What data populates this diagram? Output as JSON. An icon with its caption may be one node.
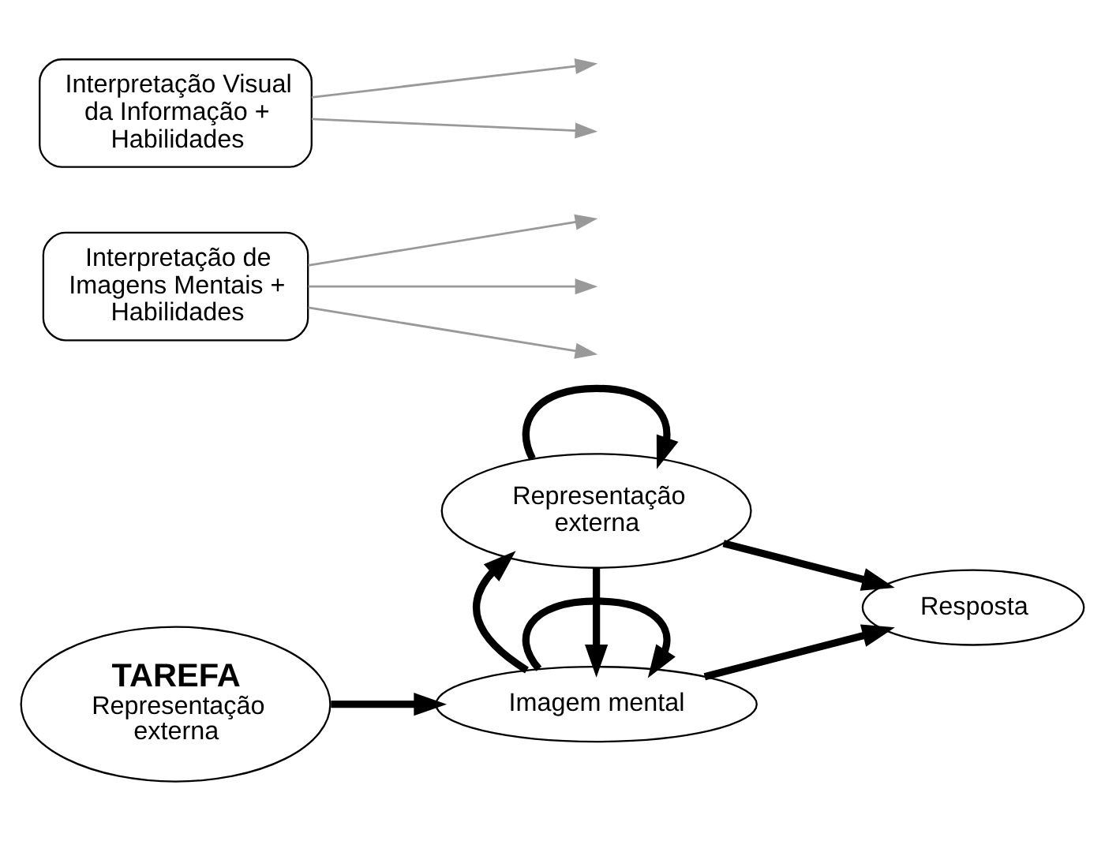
{
  "diagram": {
    "nodes": [
      {
        "text": [
          "TAREFA",
          "Representação externa"
        ]
      },
      {
        "text": [
          "Imagem mental"
        ]
      },
      {
        "text": [
          "Interpretação de Imagens Mentais + Habilidades"
        ]
      },
      {
        "text": [
          "Resposta"
        ]
      },
      {
        "text": [
          "Interpretação Visual da Informação + Habilidades"
        ]
      },
      {
        "text": [
          "Representação externa"
        ]
      }
    ],
    "edges": [
      {
        "from": 0,
        "to": 1,
        "arrow": "to"
      },
      {
        "from": 1,
        "to": 1,
        "arrow": "to"
      },
      {
        "from": 1,
        "to": 3,
        "arrow": "to"
      },
      {
        "from": 5,
        "to": 1,
        "arrow": "to"
      },
      {
        "from": 1,
        "to": 5,
        "arrow": "to"
      },
      {
        "from": 5,
        "to": 3,
        "arrow": "to"
      },
      {
        "from": 5,
        "to": 5,
        "arrow": "to"
      },
      {
        "from": 2,
        "to": null,
        "arrow": "to",
        "color": "#999999"
      },
      {
        "from": 2,
        "to": null,
        "arrow": "to",
        "color": "#999999"
      },
      {
        "from": 2,
        "to": null,
        "arrow": "to",
        "color": "#999999"
      },
      {
        "from": 4,
        "to": null,
        "arrow": "to",
        "color": "#999999"
      },
      {
        "from": 4,
        "to": null,
        "arrow": "to",
        "color": "#999999"
      }
    ]
  }
}
